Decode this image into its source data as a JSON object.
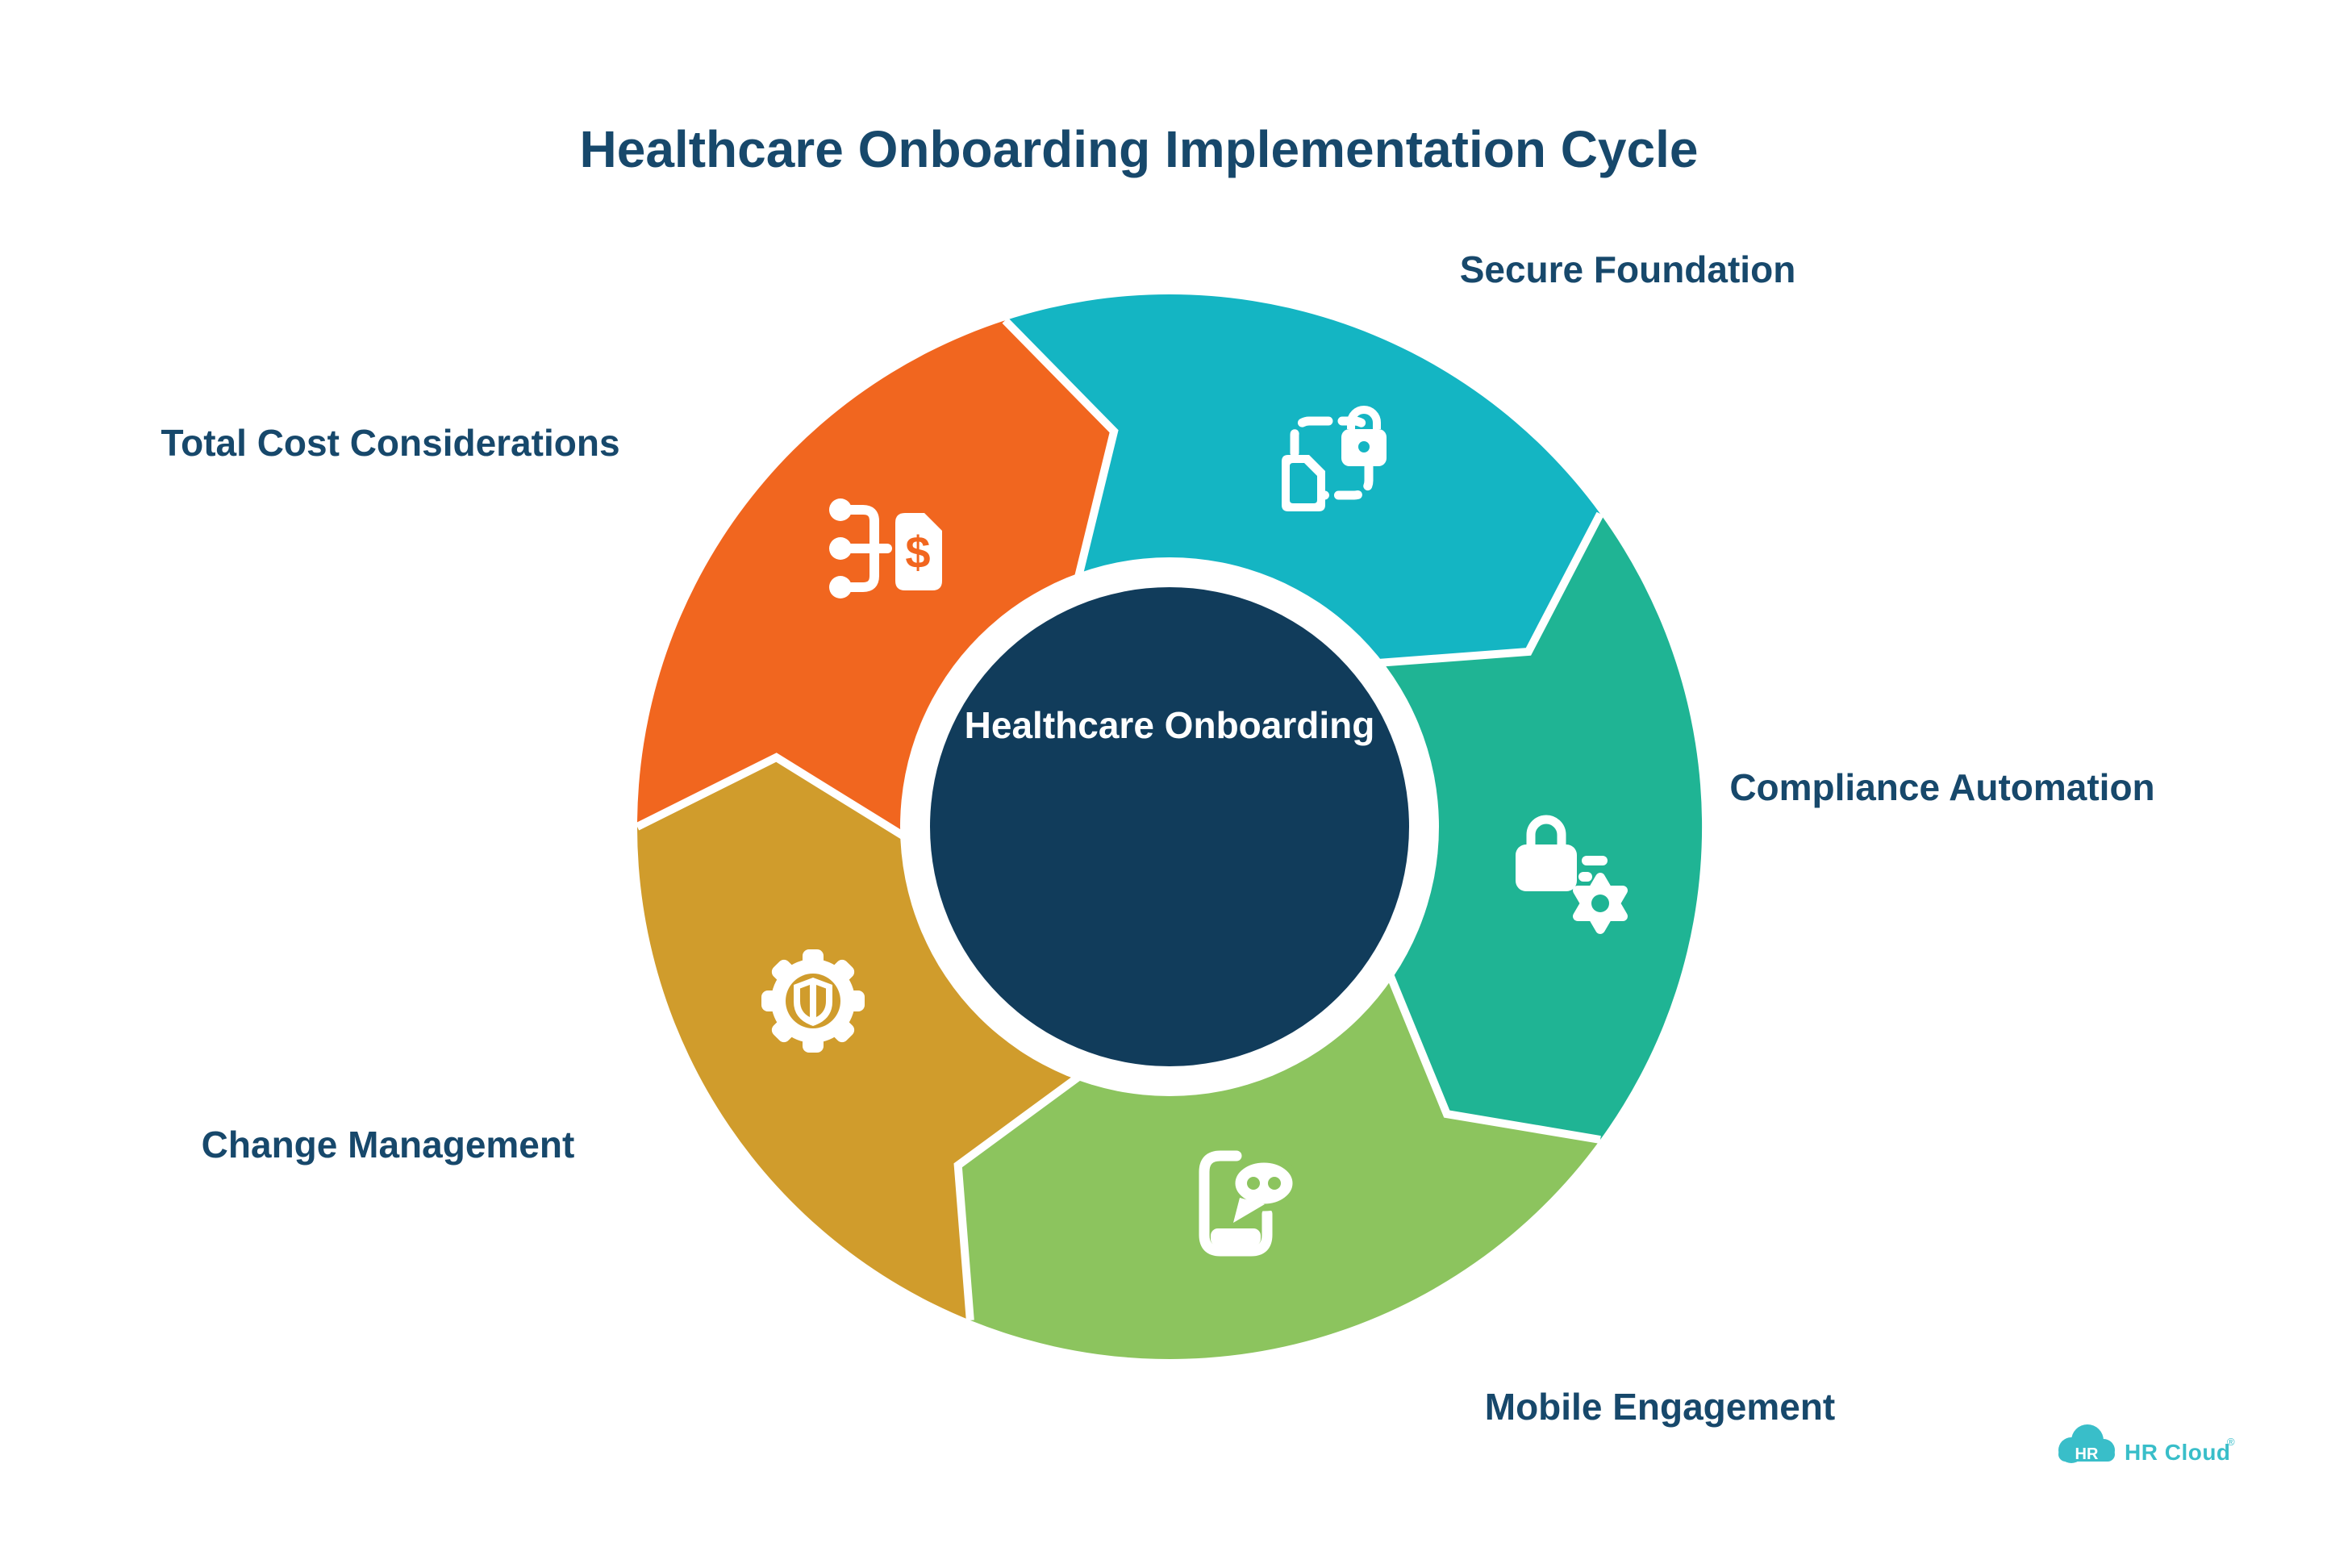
{
  "title": {
    "text": "Healthcare Onboarding Implementation Cycle"
  },
  "text_color": "#17486B",
  "background_color": "#FFFFFF",
  "center": {
    "label": "Healthcare Onboarding",
    "bg_color": "#113C5B",
    "text_color": "#FFFFFF"
  },
  "segments": [
    {
      "label": "Secure Foundation",
      "color": "#14B5C3",
      "icon": "document-scan-lock-icon"
    },
    {
      "label": "Compliance Automation",
      "color": "#1FB494",
      "icon": "lock-gear-icon"
    },
    {
      "label": "Mobile Engagement",
      "color": "#8CC45E",
      "icon": "phone-chat-icon"
    },
    {
      "label": "Change Management",
      "color": "#D09C2C",
      "icon": "gear-shield-icon"
    },
    {
      "label": "Total Cost Considerations",
      "color": "#F1661F",
      "icon": "flow-dollar-document-icon"
    }
  ],
  "icon_glyphs": {
    "dollar": "$"
  },
  "branding": {
    "cloud_monogram": "HR",
    "wordmark": "HR Cloud",
    "registered_mark": "®",
    "color": "#39BEC9"
  }
}
